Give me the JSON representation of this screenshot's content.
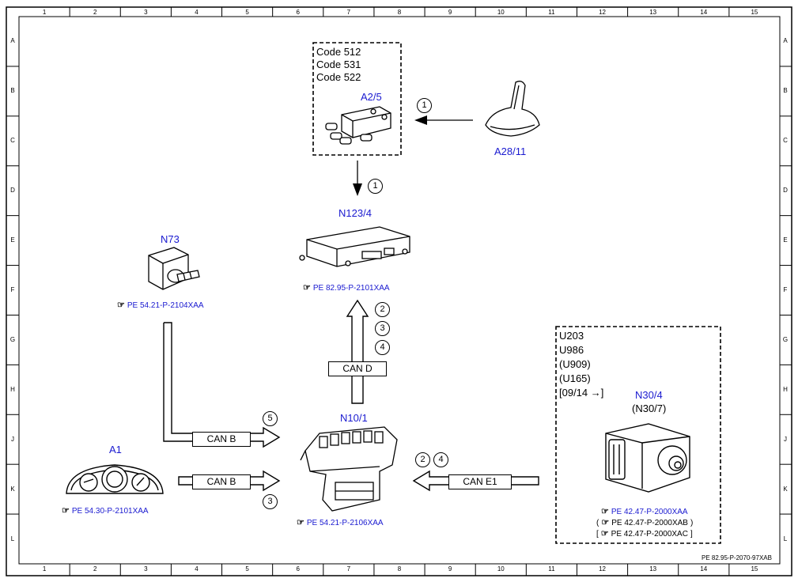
{
  "grid": {
    "columns": [
      "1",
      "2",
      "3",
      "4",
      "5",
      "6",
      "7",
      "8",
      "9",
      "10",
      "11",
      "12",
      "13",
      "14",
      "15"
    ],
    "rows": [
      "A",
      "B",
      "C",
      "D",
      "E",
      "F",
      "G",
      "H",
      "J",
      "K",
      "L"
    ]
  },
  "footer_code": "PE 82.95-P-2070-97XAB",
  "codes_box": {
    "lines": [
      "Code 512",
      "Code 531",
      "Code 522"
    ]
  },
  "components": {
    "a2_5": "A2/5",
    "a28_11": "A28/11",
    "n123_4": {
      "label": "N123/4",
      "ref": "PE 82.95-P-2101XAA"
    },
    "n73": {
      "label": "N73",
      "ref": "PE 54.21-P-2104XAA"
    },
    "a1": {
      "label": "A1",
      "ref": "PE 54.30-P-2101XAA"
    },
    "n10_1": {
      "label": "N10/1",
      "ref": "PE 54.21-P-2106XAA"
    },
    "n30_4": {
      "label": "N30/4",
      "alt": "(N30/7)",
      "refs": [
        "PE 42.47-P-2000XAA",
        "PE 42.47-P-2000XAB",
        "PE 42.47-P-2000XAC"
      ]
    }
  },
  "model_box": {
    "lines": [
      "U203",
      "U986",
      "(U909)",
      "(U165)",
      "[09/14 →]"
    ]
  },
  "buses": {
    "can_d": "CAN D",
    "can_b_upper": "CAN B",
    "can_b_lower": "CAN B",
    "can_e1": "CAN E1"
  },
  "markers": {
    "m_a28": "1",
    "m_a25": "1",
    "m_cand_2": "2",
    "m_cand_3": "3",
    "m_cand_4": "4",
    "m_canb_5": "5",
    "m_canb_3": "3",
    "m_cane1_2": "2",
    "m_cane1_4": "4"
  },
  "icons": {
    "ref": "pointing-hand-icon"
  }
}
